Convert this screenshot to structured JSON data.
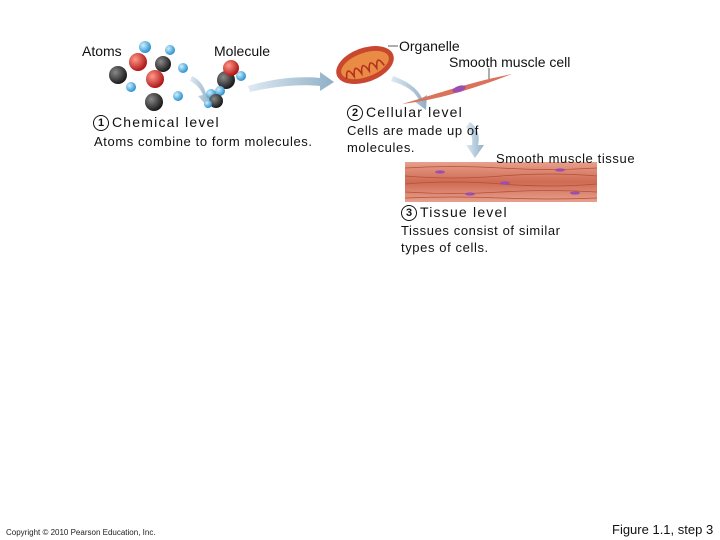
{
  "labels": {
    "atoms": "Atoms",
    "molecule": "Molecule",
    "organelle": "Organelle",
    "smooth_muscle_cell": "Smooth muscle cell",
    "smooth_muscle_tissue": "Smooth muscle tissue"
  },
  "levels": [
    {
      "number": "1",
      "title": "Chemical level",
      "description": "Atoms combine to form molecules."
    },
    {
      "number": "2",
      "title": "Cellular level",
      "description_lines": [
        "Cells are made up of",
        "molecules."
      ]
    },
    {
      "number": "3",
      "title": "Tissue level",
      "description_lines": [
        "Tissues consist of similar",
        "types of cells."
      ]
    }
  ],
  "footer": {
    "copyright": "Copyright © 2010 Pearson Education, Inc.",
    "figure": "Figure 1.1, step 3"
  },
  "colors": {
    "atom_blue": "#3aa7e0",
    "atom_red": "#d42a2a",
    "atom_dark": "#2f2f2f",
    "arrow": "#a9c3d6",
    "mitochondrion": "#c9472e",
    "cell": "#d9735a",
    "tissue": "#cf6a52"
  }
}
